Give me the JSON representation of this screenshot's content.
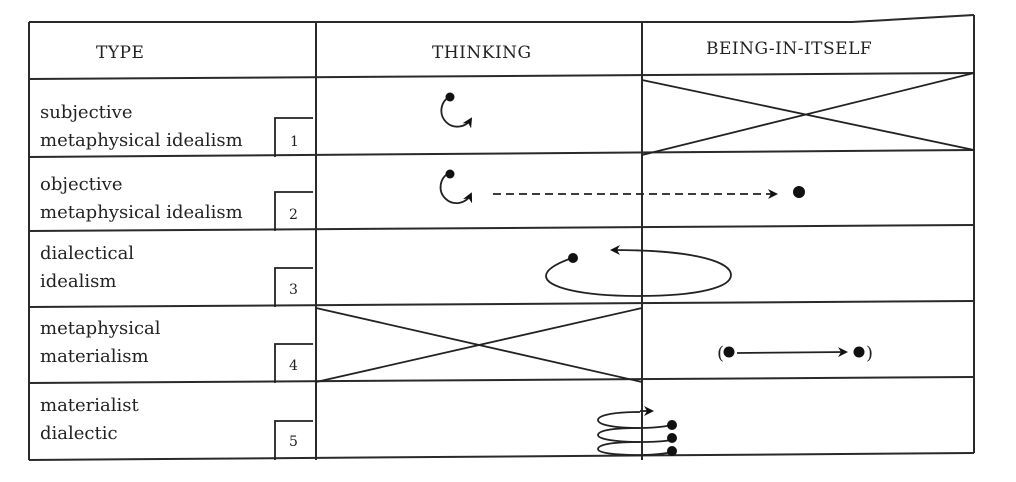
{
  "table": {
    "headers": {
      "type": "TYPE",
      "thinking": "THINKING",
      "being": "BEING-IN-ITSELF"
    },
    "rows": [
      {
        "line1": "subjective",
        "line2": "metaphysical idealism",
        "number": "1",
        "thinking_symbol": "self-returning-circle-arrow",
        "being_symbol": "crossed-out"
      },
      {
        "line1": "objective",
        "line2": "metaphysical idealism",
        "number": "2",
        "thinking_symbol": "self-returning-circle-arrow-with-dashed-projection",
        "being_symbol": "dot"
      },
      {
        "line1": "dialectical",
        "line2": "idealism",
        "number": "3",
        "thinking_symbol": "ellipse-loop-arrow-spanning-both",
        "being_symbol": "ellipse-loop-arrow-spanning-both"
      },
      {
        "line1": "metaphysical",
        "line2": "materialism",
        "number": "4",
        "thinking_symbol": "crossed-out",
        "being_symbol": "(dot-arrow-dot)"
      },
      {
        "line1": "materialist",
        "line2": "dialectic",
        "number": "5",
        "thinking_symbol": "spiral-coil-with-dots",
        "being_symbol": "spiral-coil-with-dots"
      }
    ],
    "row4_parens": {
      "open": "(",
      "close": ")"
    }
  }
}
